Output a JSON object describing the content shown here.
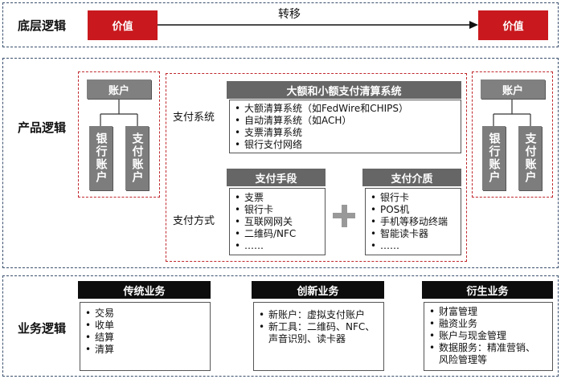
{
  "rows": {
    "bottom": "底层逻辑",
    "product": "产品逻辑",
    "business": "业务逻辑"
  },
  "bottom_logic": {
    "left_value": "价值",
    "right_value": "价值",
    "arrow_label": "转移"
  },
  "account_left": {
    "title": "账户",
    "bank": "银行账户",
    "pay": "支付账户"
  },
  "account_right": {
    "title": "账户",
    "bank": "银行账户",
    "pay": "支付账户"
  },
  "payment_system": {
    "label": "支付系统",
    "header": "大额和小额支付清算系统",
    "items": [
      "大额清算系统（如FedWire和CHIPS）",
      "自动清算系统（如ACH）",
      "支票清算系统",
      "银行支付网络"
    ]
  },
  "payment_method": {
    "label": "支付方式",
    "means": {
      "header": "支付手段",
      "items": [
        "支票",
        "银行卡",
        "互联网网关",
        "二维码/NFC",
        "……"
      ]
    },
    "plus": "+",
    "media": {
      "header": "支付介质",
      "items": [
        "银行卡",
        "POS机",
        "手机等移动终端",
        "智能读卡器",
        "……"
      ]
    }
  },
  "business": {
    "traditional": {
      "header": "传统业务",
      "items": [
        "交易",
        "收单",
        "结算",
        "清算"
      ]
    },
    "innovative": {
      "header": "创新业务",
      "items": [
        "新账户：虚拟支付账户",
        "新工具：二维码、NFC、",
        "声音识别、读卡器"
      ]
    },
    "derivative": {
      "header": "衍生业务",
      "items": [
        "财富管理",
        "融资业务",
        "账户与现金管理",
        "数据服务：精准营销、",
        "风险管理等"
      ]
    }
  },
  "colors": {
    "red": "#c9191e",
    "gray": "#808080",
    "dashed_border": "#3a4f6e",
    "red_dashed": "#c0282d"
  }
}
